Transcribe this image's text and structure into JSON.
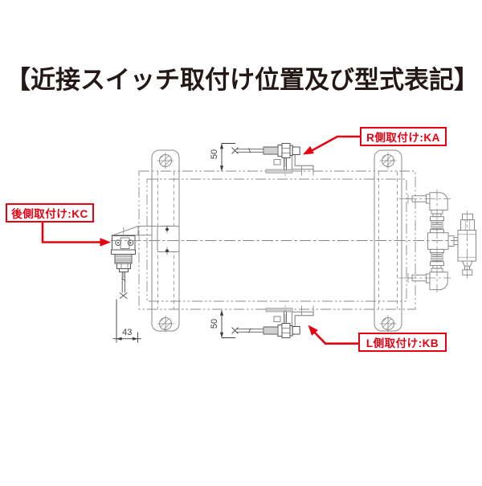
{
  "title": "【近接スイッチ取付け位置及び型式表記】",
  "callouts": {
    "r_side": {
      "label": "R側取付け:KA"
    },
    "rear": {
      "label": "後側取付け:KC"
    },
    "l_side": {
      "label": "L側取付け:KB"
    }
  },
  "dimensions": {
    "top_switch_offset": "50",
    "bottom_switch_offset": "50",
    "rear_switch_offset": "43"
  },
  "colors": {
    "callout_red": "#e60012",
    "title_text": "#231815",
    "drawing_line": "#8a8a8a",
    "component_line": "#555555",
    "dimension_line": "#3c3c3c"
  }
}
